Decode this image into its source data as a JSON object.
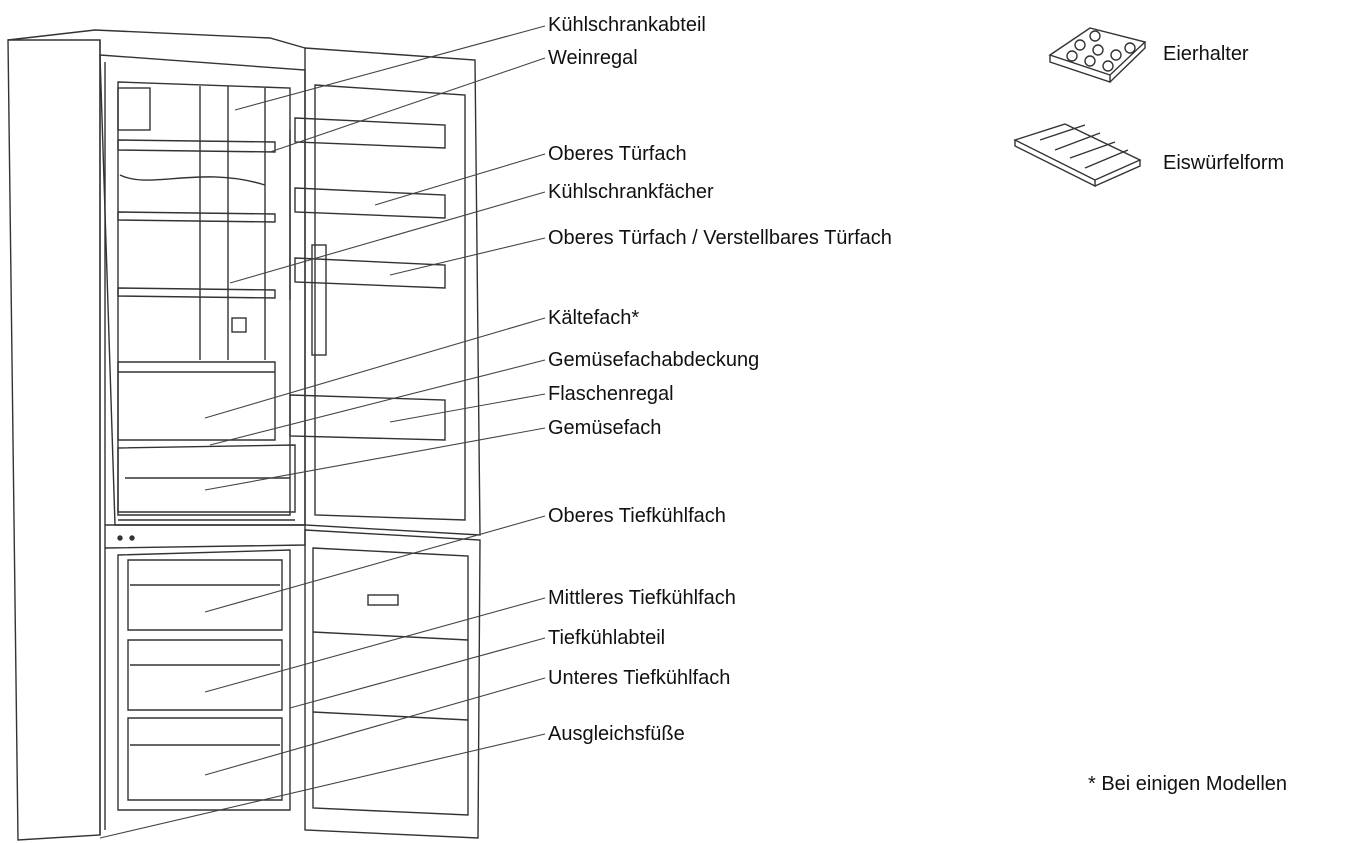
{
  "labels": [
    "Kühlschrankabteil",
    "Weinregal",
    "Oberes Türfach",
    "Kühlschrankfächer",
    "Oberes Türfach / Verstellbares Türfach",
    "Kältefach*",
    "Gemüsefachabdeckung",
    "Flaschenregal",
    "Gemüsefach",
    "Oberes Tiefkühlfach",
    "Mittleres Tiefkühlfach",
    "Tiefkühlabteil",
    "Unteres Tiefkühlfach",
    "Ausgleichsfüße"
  ],
  "accessories": {
    "egg_holder": "Eierhalter",
    "ice_tray": "Eiswürfelform"
  },
  "footnote": "* Bei einigen Modellen",
  "colors": {
    "line": "#333333",
    "fill_light": "#f4f4f4"
  }
}
